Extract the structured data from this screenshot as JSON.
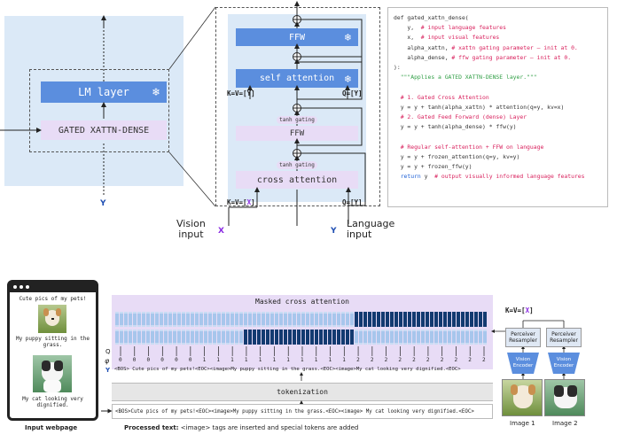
{
  "left_block": {
    "lm_layer": "LM layer",
    "gated": "GATED XATTN-DENSE",
    "y_label": "Y"
  },
  "xattn_block": {
    "ffw_top": "FFW",
    "self_attention": "self attention",
    "kv_self": "K=V=[Y]",
    "q_self": "Q=[Y]",
    "tanh_gating_1": "tanh gating",
    "ffw_mid": "FFW",
    "tanh_gating_2": "tanh gating",
    "cross_attention": "cross attention",
    "kv_cross_prefix": "K=V=[",
    "kv_cross_x": "X",
    "kv_cross_suffix": "]",
    "q_cross": "Q=[Y]",
    "vision_input": "Vision\ninput",
    "x_label": "X",
    "language_input": "Language\ninput",
    "y_label": "Y"
  },
  "code": {
    "lines": [
      {
        "text": "def gated_xattn_dense(",
        "cls": ""
      },
      {
        "text": "    y,  # input language features",
        "cls": "mixed",
        "code": "    y,  ",
        "comment": "# input language features"
      },
      {
        "text": "    x,  # input visual features",
        "cls": "mixed",
        "code": "    x,  ",
        "comment": "# input visual features"
      },
      {
        "text": "    alpha_xattn, # xattn gating parameter – init at 0.",
        "cls": "mixed",
        "code": "    alpha_xattn, ",
        "comment": "# xattn gating parameter – init at 0."
      },
      {
        "text": "    alpha_dense, # ffw gating parameter – init at 0.",
        "cls": "mixed",
        "code": "    alpha_dense, ",
        "comment": "# ffw gating parameter – init at 0."
      },
      {
        "text": "):",
        "cls": ""
      },
      {
        "text": "  \"\"\"Applies a GATED XATTN-DENSE layer.\"\"\"",
        "cls": "doc"
      },
      {
        "text": "",
        "cls": ""
      },
      {
        "text": "  # 1. Gated Cross Attention",
        "cls": "comment"
      },
      {
        "text": "  y = y + tanh(alpha_xattn) * attention(q=y, kv=x)",
        "cls": ""
      },
      {
        "text": "  # 2. Gated Feed Forward (dense) Layer",
        "cls": "comment"
      },
      {
        "text": "  y = y + tanh(alpha_dense) * ffw(y)",
        "cls": ""
      },
      {
        "text": "",
        "cls": ""
      },
      {
        "text": "  # Regular self-attention + FFW on language",
        "cls": "comment"
      },
      {
        "text": "  y = y + frozen_attention(q=y, kv=y)",
        "cls": ""
      },
      {
        "text": "  y = y + frozen_ffw(y)",
        "cls": ""
      },
      {
        "text": "  return y  # output visually informed language features",
        "cls": "ret",
        "code": "  y  ",
        "comment": "# output visually informed language features"
      }
    ]
  },
  "bottom": {
    "phone_caption_1": "Cute pics of my pets!",
    "phone_caption_2": "My puppy sitting in the grass.",
    "phone_caption_3": "My cat looking very dignified.",
    "input_webpage": "Input webpage",
    "masked_cross_attention": "Masked cross attention",
    "kv_x_prefix": "K=V=[",
    "kv_x": "X",
    "kv_x_suffix": "]",
    "q_label": "Q",
    "phi_label": "φ",
    "y_label": "Y",
    "phi_values": [
      "0",
      "0",
      "0",
      "0",
      "0",
      "0",
      "1",
      "1",
      "1",
      "1",
      "1",
      "1",
      "1",
      "1",
      "1",
      "1",
      "1",
      "2",
      "2",
      "2",
      "2",
      "2",
      "2",
      "2",
      "2",
      "2",
      "2"
    ],
    "sequence": "<BOS> Cute pics of my pets!<EOC><image>My puppy sitting in the grass.<EOC><image>My cat looking very dignified.<EOC>",
    "tokenization": "tokenization",
    "processed_seq": "<BOS>Cute pics of my pets!<EOC><image>My puppy sitting in the grass.<EOC><image> My cat looking very dignified.<EOC>",
    "processed_caption_bold": "Processed text:",
    "processed_caption_rest": " <image> tags are inserted and special tokens are added",
    "perceiver_1": "Perceiver\nResampler",
    "perceiver_2": "Perceiver\nResampler",
    "encoder_1": "Vision\nEncoder",
    "encoder_2": "Vision\nEncoder",
    "image_1": "Image 1",
    "image_2": "Image 2"
  },
  "colors": {
    "lm_blue": "#5b8ede",
    "light_blue_bg": "#dbe9f7",
    "purple": "#e8dcf6",
    "x_purple": "#8a2be2",
    "y_blue": "#1f4fb3",
    "dark_mask": "#123a70",
    "light_mask": "#a7c6ec"
  }
}
